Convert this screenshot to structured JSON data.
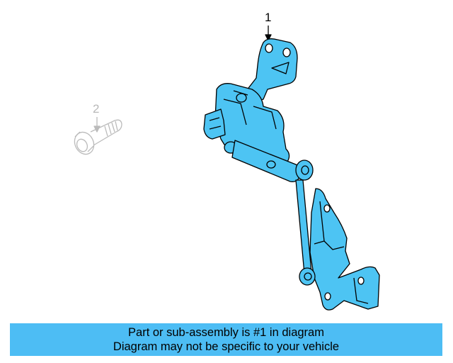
{
  "callouts": {
    "part_1": "1",
    "part_2": "2"
  },
  "banner": {
    "line1": "Part or sub-assembly is #1 in diagram",
    "line2": "Diagram may not be specific to your vehicle"
  },
  "colors": {
    "part_fill": "#4dc4f3",
    "outline": "#000000",
    "faded_part": "#bbbbbb",
    "banner_bg": "#4dbdf4"
  }
}
